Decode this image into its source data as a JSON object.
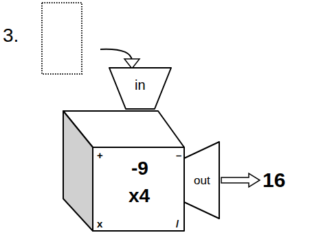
{
  "diagram": {
    "nodes": [
      {
        "text": [
          "in"
        ]
      },
      {
        "text": [
          "+",
          "–",
          "-9",
          "x4",
          "x",
          "/"
        ]
      },
      {
        "text": [
          "out"
        ]
      }
    ],
    "labels": [
      "3.",
      "16"
    ]
  }
}
